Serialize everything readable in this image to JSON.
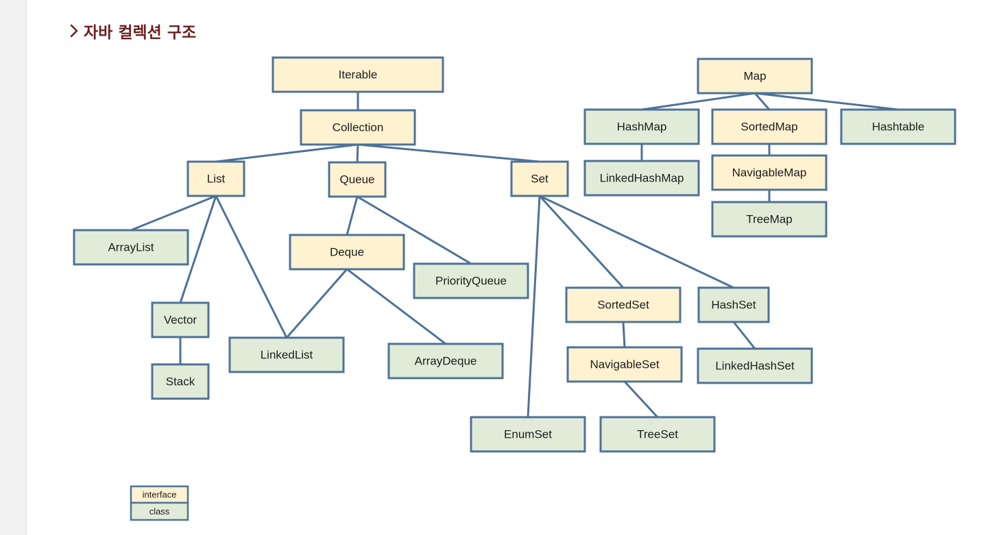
{
  "heading": {
    "icon": "chevron-right-icon",
    "title": "자바 컬렉션 구조"
  },
  "colors": {
    "interface_fill": "#fff2d1",
    "class_fill": "#e1ecd8",
    "border": "#4e7298",
    "heading": "#6b1f1f"
  },
  "nodes": [
    {
      "id": "iterable",
      "label": "Iterable",
      "kind": "interface"
    },
    {
      "id": "collection",
      "label": "Collection",
      "kind": "interface"
    },
    {
      "id": "list",
      "label": "List",
      "kind": "interface"
    },
    {
      "id": "queue",
      "label": "Queue",
      "kind": "interface"
    },
    {
      "id": "set",
      "label": "Set",
      "kind": "interface"
    },
    {
      "id": "arraylist",
      "label": "ArrayList",
      "kind": "class"
    },
    {
      "id": "vector",
      "label": "Vector",
      "kind": "class"
    },
    {
      "id": "stack",
      "label": "Stack",
      "kind": "class"
    },
    {
      "id": "linkedlist",
      "label": "LinkedList",
      "kind": "class"
    },
    {
      "id": "deque",
      "label": "Deque",
      "kind": "interface"
    },
    {
      "id": "priorityqueue",
      "label": "PriorityQueue",
      "kind": "class"
    },
    {
      "id": "arraydeque",
      "label": "ArrayDeque",
      "kind": "class"
    },
    {
      "id": "sortedset",
      "label": "SortedSet",
      "kind": "interface"
    },
    {
      "id": "hashset",
      "label": "HashSet",
      "kind": "class"
    },
    {
      "id": "navigableset",
      "label": "NavigableSet",
      "kind": "interface"
    },
    {
      "id": "linkedhashset",
      "label": "LinkedHashSet",
      "kind": "class"
    },
    {
      "id": "enumset",
      "label": "EnumSet",
      "kind": "class"
    },
    {
      "id": "treeset",
      "label": "TreeSet",
      "kind": "class"
    },
    {
      "id": "map",
      "label": "Map",
      "kind": "interface"
    },
    {
      "id": "hashmap",
      "label": "HashMap",
      "kind": "class"
    },
    {
      "id": "sortedmap",
      "label": "SortedMap",
      "kind": "interface"
    },
    {
      "id": "hashtable",
      "label": "Hashtable",
      "kind": "class"
    },
    {
      "id": "linkedhashmap",
      "label": "LinkedHashMap",
      "kind": "class"
    },
    {
      "id": "navigablemap",
      "label": "NavigableMap",
      "kind": "interface"
    },
    {
      "id": "treemap",
      "label": "TreeMap",
      "kind": "class"
    }
  ],
  "edges": [
    [
      "iterable",
      "collection"
    ],
    [
      "collection",
      "list"
    ],
    [
      "collection",
      "queue"
    ],
    [
      "collection",
      "set"
    ],
    [
      "list",
      "arraylist"
    ],
    [
      "list",
      "vector"
    ],
    [
      "list",
      "linkedlist"
    ],
    [
      "vector",
      "stack"
    ],
    [
      "queue",
      "deque"
    ],
    [
      "queue",
      "priorityqueue"
    ],
    [
      "deque",
      "linkedlist"
    ],
    [
      "deque",
      "arraydeque"
    ],
    [
      "set",
      "sortedset"
    ],
    [
      "set",
      "hashset"
    ],
    [
      "set",
      "enumset"
    ],
    [
      "sortedset",
      "navigableset"
    ],
    [
      "navigableset",
      "treeset"
    ],
    [
      "hashset",
      "linkedhashset"
    ],
    [
      "map",
      "hashmap"
    ],
    [
      "map",
      "sortedmap"
    ],
    [
      "map",
      "hashtable"
    ],
    [
      "hashmap",
      "linkedhashmap"
    ],
    [
      "sortedmap",
      "navigablemap"
    ],
    [
      "navigablemap",
      "treemap"
    ]
  ],
  "legend": {
    "interface_label": "interface",
    "class_label": "class"
  }
}
